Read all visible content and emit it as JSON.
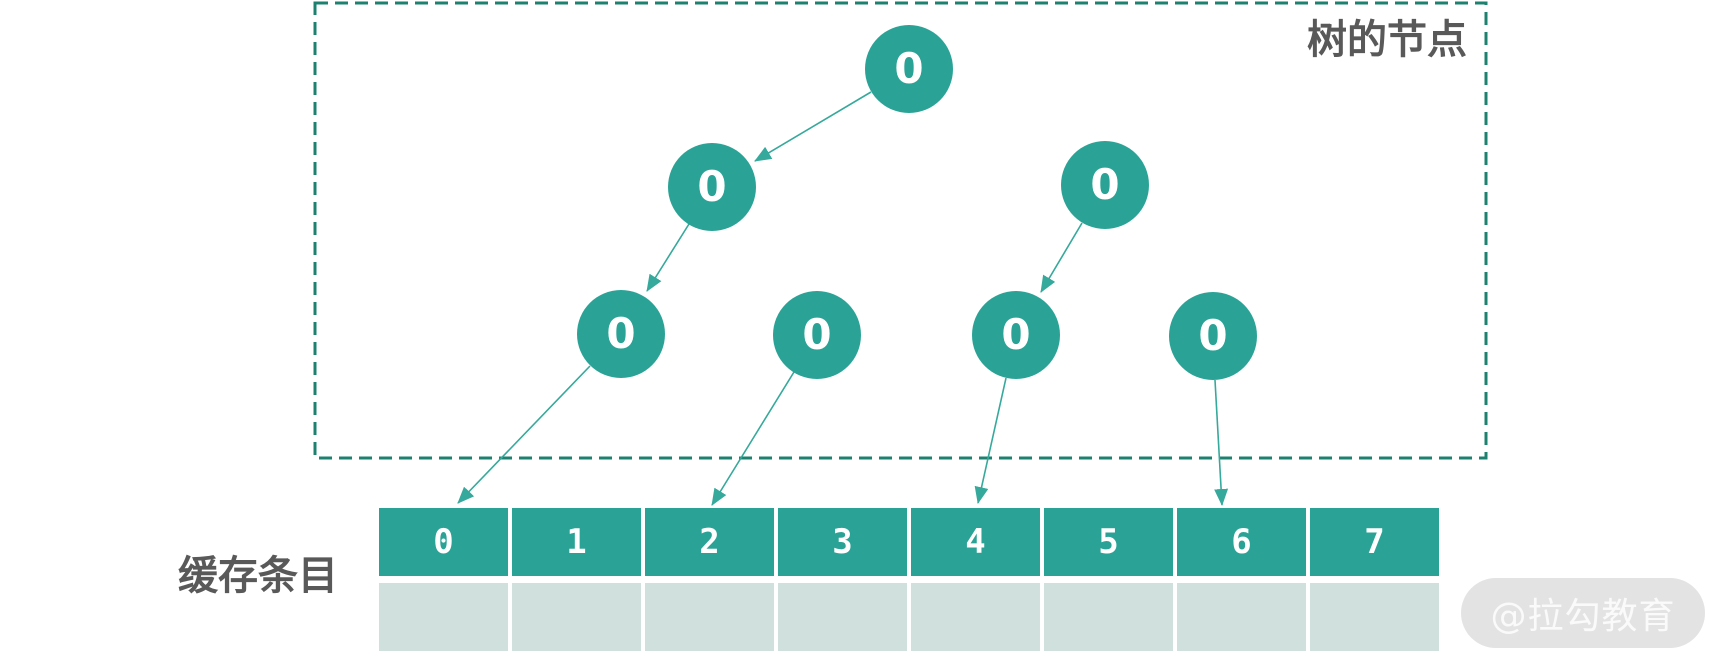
{
  "tree": {
    "caption": "树的节点",
    "nodes": [
      {
        "id": "root",
        "value": "0"
      },
      {
        "id": "left",
        "value": "0"
      },
      {
        "id": "right",
        "value": "0"
      },
      {
        "id": "left-left",
        "value": "0"
      },
      {
        "id": "left-right",
        "value": "0"
      },
      {
        "id": "right-left",
        "value": "0"
      },
      {
        "id": "right-right",
        "value": "0"
      }
    ]
  },
  "cache": {
    "caption": "缓存条目",
    "cells": [
      "0",
      "1",
      "2",
      "3",
      "4",
      "5",
      "6",
      "7"
    ]
  },
  "watermark": {
    "text": "@拉勾教育"
  },
  "colors": {
    "node_fill": "#2aa396",
    "cell_fill": "#2aa396",
    "slot_fill": "#cfe0dd",
    "dashed_border": "#1d8170",
    "arrow": "#35a99b",
    "caption_text": "#595959",
    "watermark_bg": "#e3e3e3",
    "watermark_text": "#fafafa"
  }
}
